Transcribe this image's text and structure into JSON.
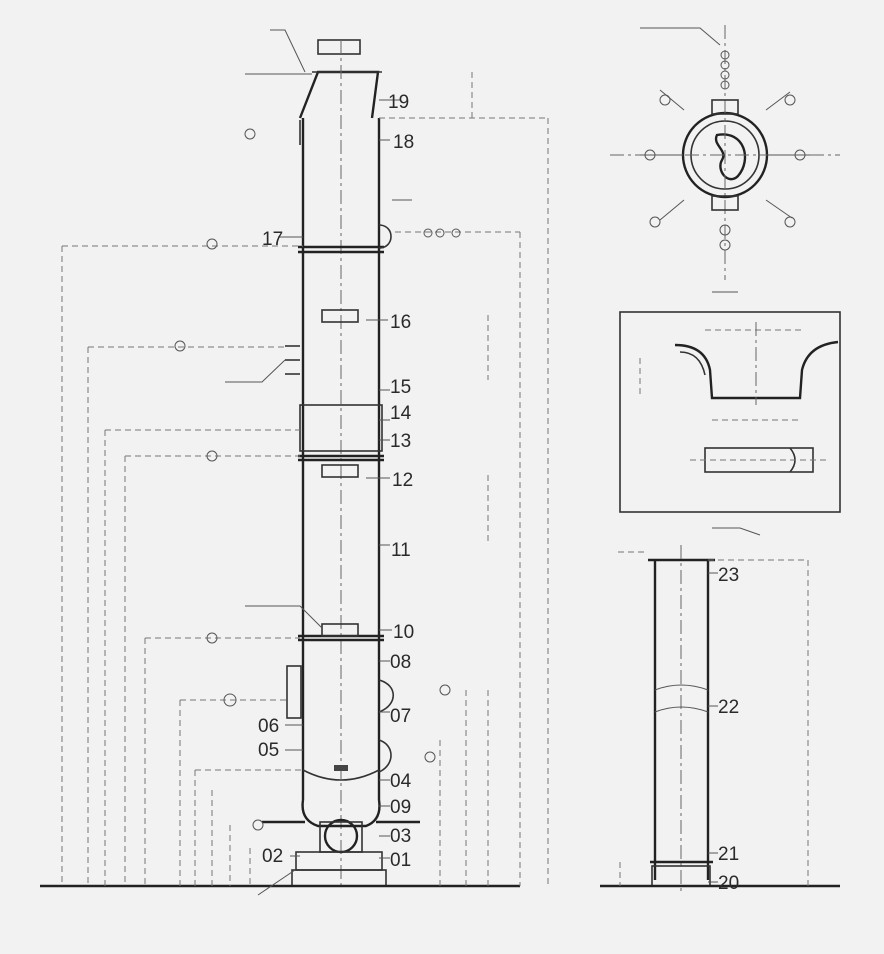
{
  "callouts": {
    "c19": "19",
    "c18": "18",
    "c17": "17",
    "c16": "16",
    "c15": "15",
    "c14": "14",
    "c13": "13",
    "c12": "12",
    "c11": "11",
    "c10": "10",
    "c08": "08",
    "c07": "07",
    "c06": "06",
    "c05": "05",
    "c04": "04",
    "c09": "09",
    "c03": "03",
    "c02": "02",
    "c01": "01",
    "c23": "23",
    "c22": "22",
    "c21": "21",
    "c20": "20"
  },
  "colors": {
    "background": "#f2f2f2",
    "linework": "#333333"
  }
}
